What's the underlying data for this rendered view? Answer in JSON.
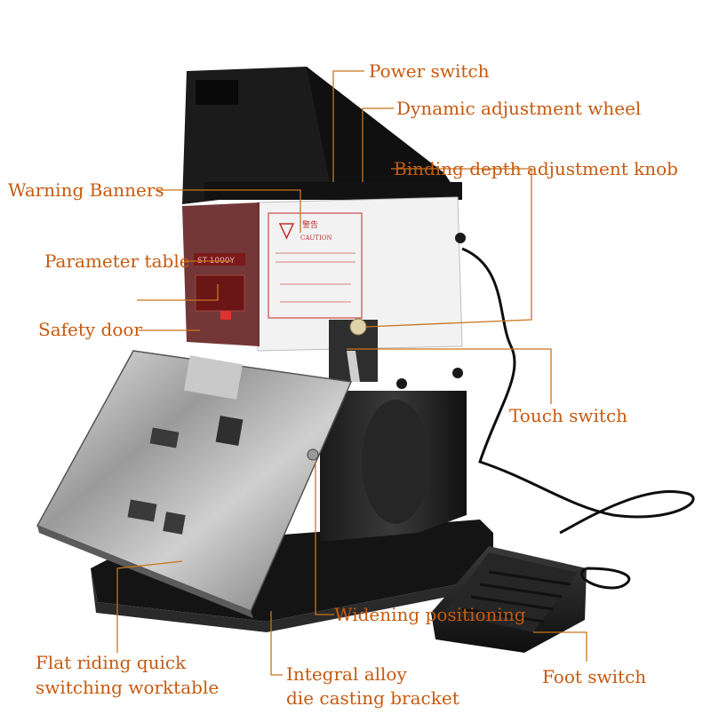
{
  "colors": {
    "label": "#c65a10",
    "leader": "#c8741c"
  },
  "machine": {
    "model_plate": "ST-1000Y",
    "warning_title": "警告",
    "warning_sub": "CAUTION"
  },
  "labels": {
    "power_switch": "Power switch",
    "dynamic_wheel": "Dynamic adjustment wheel",
    "binding_depth": "Binding depth adjustment knob",
    "warning_banners": "Warning Banners",
    "parameter_table": "Parameter table",
    "safety_door": "Safety door",
    "touch_switch": "Touch switch",
    "widening": "Widening positioning",
    "flat_worktable_1": "Flat riding quick",
    "flat_worktable_2": "switching worktable",
    "bracket_1": "Integral alloy",
    "bracket_2": "die casting bracket",
    "foot_switch": "Foot switch"
  }
}
